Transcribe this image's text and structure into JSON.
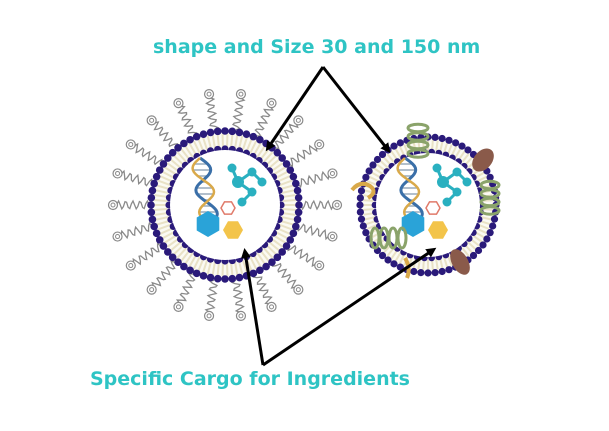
{
  "labels": {
    "size_label": "shape and Size 30 and 150 nm",
    "cargo_label": "Specific Cargo for Ingredients"
  },
  "colors": {
    "label": "#2ec4c4",
    "bilayer_beads": "#2a1a7a",
    "bilayer_tails": "#e9e2c6",
    "cargo_hexagon_blue": "#2aa3d8",
    "cargo_hexagon_yellow": "#f3c44a",
    "molecule": "#2ab0c0",
    "dna_blue": "#3a6fa8",
    "protein_green": "#8aa36a",
    "protein_brown": "#8a5a4a"
  },
  "elements": {
    "left_vesicle": "vesicle-with-peg-coating",
    "right_vesicle": "vesicle-with-membrane-proteins"
  }
}
